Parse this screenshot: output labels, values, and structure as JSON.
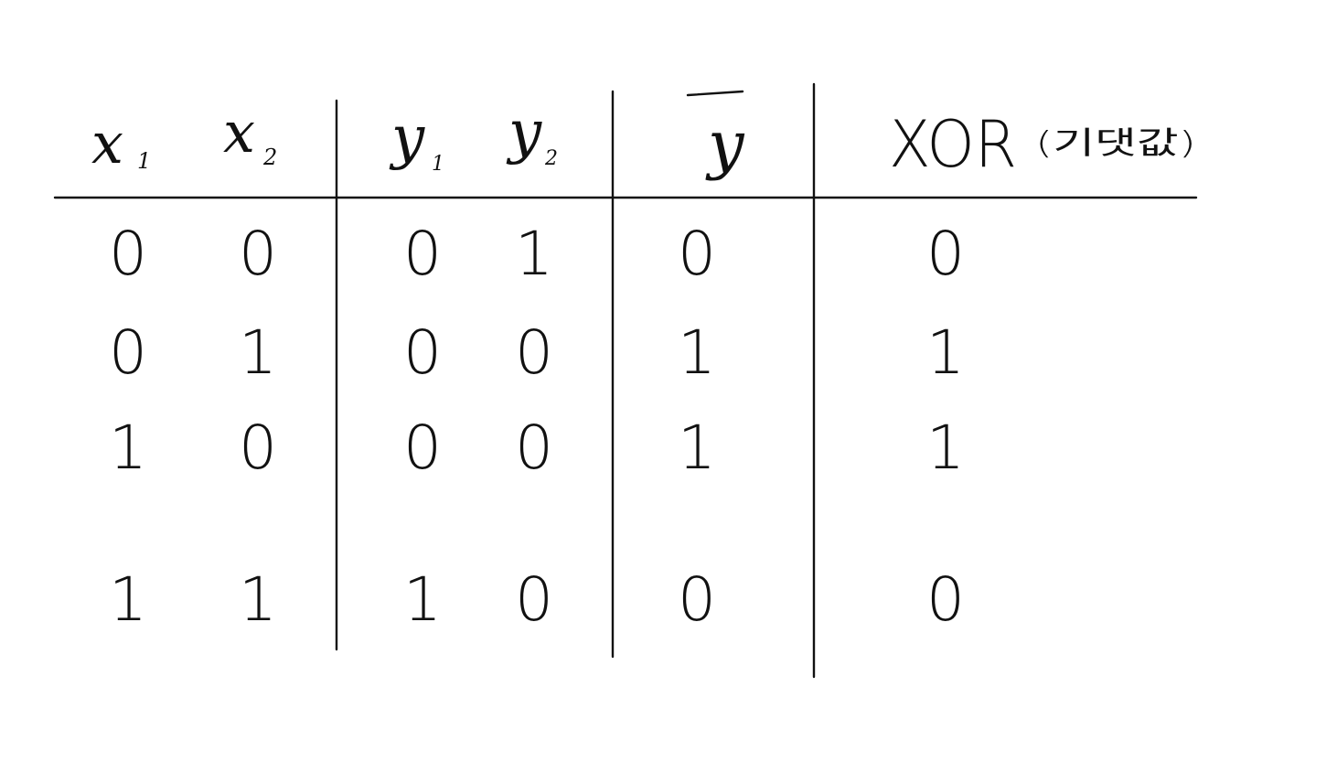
{
  "table": {
    "headers": {
      "x1": {
        "main": "x",
        "sub": "1"
      },
      "x2": {
        "main": "x",
        "sub": "2"
      },
      "y1": {
        "main": "y",
        "sub": "1"
      },
      "y2": {
        "main": "y",
        "sub": "2"
      },
      "ybar": {
        "main": "y"
      },
      "xor": {
        "main": "XOR",
        "note": "(기댓값)"
      }
    },
    "rows": [
      {
        "x1": "0",
        "x2": "0",
        "y1": "0",
        "y2": "1",
        "ybar": "0",
        "xor": "0"
      },
      {
        "x1": "0",
        "x2": "1",
        "y1": "0",
        "y2": "0",
        "ybar": "1",
        "xor": "1"
      },
      {
        "x1": "1",
        "x2": "0",
        "y1": "0",
        "y2": "0",
        "ybar": "1",
        "xor": "1"
      },
      {
        "x1": "1",
        "x2": "1",
        "y1": "1",
        "y2": "0",
        "ybar": "0",
        "xor": "0"
      }
    ]
  },
  "colors": {
    "ink": "#111111",
    "background": "#ffffff"
  }
}
